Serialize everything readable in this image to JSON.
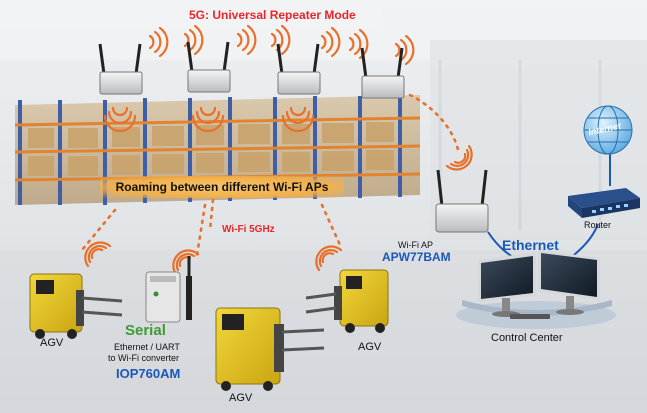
{
  "title": "5G: Universal Repeater Mode",
  "roaming": "Roaming between different Wi-Fi APs",
  "wifi_band": "Wi-Fi 5GHz",
  "agv_label": "AGV",
  "serial": {
    "heading": "Serial",
    "line1": "Ethernet / UART",
    "line2": "to Wi-Fi converter",
    "model": "IOP760AM"
  },
  "ap": {
    "caption": "Wi-Fi AP",
    "model": "APW77BAM"
  },
  "ethernet": "Ethernet",
  "router": "Router",
  "internet": "Internet",
  "control_center": "Control Center",
  "colors": {
    "red": "#e8262b",
    "blue": "#1a58b8",
    "orange": "#e8702a",
    "agv": "#e7c21c"
  }
}
